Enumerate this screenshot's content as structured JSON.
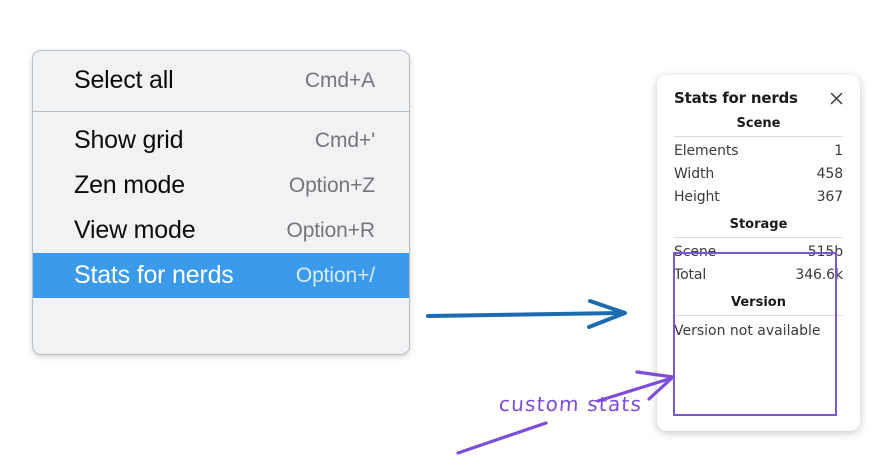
{
  "menu": {
    "groups": [
      {
        "items": [
          {
            "label": "Select all",
            "shortcut": "Cmd+A",
            "selected": false
          }
        ]
      },
      {
        "items": [
          {
            "label": "Show grid",
            "shortcut": "Cmd+'",
            "selected": false
          },
          {
            "label": "Zen mode",
            "shortcut": "Option+Z",
            "selected": false
          },
          {
            "label": "View mode",
            "shortcut": "Option+R",
            "selected": false
          },
          {
            "label": "Stats for nerds",
            "shortcut": "Option+/",
            "selected": true
          }
        ]
      }
    ]
  },
  "stats_panel": {
    "title": "Stats for nerds",
    "close_icon": "close-icon",
    "scene": {
      "heading": "Scene",
      "rows": [
        {
          "key": "Elements",
          "value": "1"
        },
        {
          "key": "Width",
          "value": "458"
        },
        {
          "key": "Height",
          "value": "367"
        }
      ]
    },
    "storage": {
      "heading": "Storage",
      "rows": [
        {
          "key": "Scene",
          "value": "515b"
        },
        {
          "key": "Total",
          "value": "346.6k"
        }
      ]
    },
    "version": {
      "heading": "Version",
      "text": "Version not available"
    }
  },
  "annotations": {
    "custom_stats_label": "custom stats",
    "arrow_blue_color": "#1c6cb0",
    "arrow_purple_color": "#7c4ddb",
    "highlight_box_color": "#7b56d6"
  },
  "colors": {
    "menu_background": "#f1f2f4",
    "menu_selection": "#3c9aeb",
    "panel_background": "#ffffff",
    "accent_purple": "#7b56d6",
    "accent_blue": "#1c6cb0"
  }
}
